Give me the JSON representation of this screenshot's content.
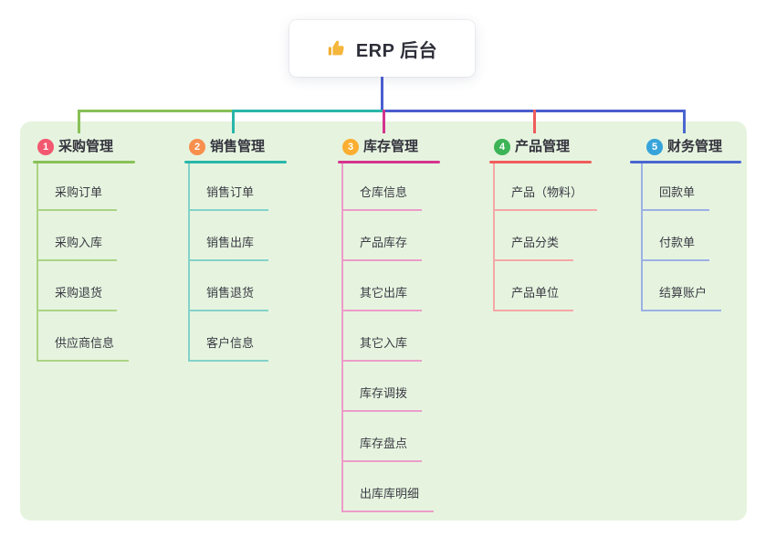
{
  "root": {
    "title": "ERP 后台",
    "icon": "thumbs-up-icon"
  },
  "colors": {
    "page_bg": "#ffffff",
    "panel_bg": "#e6f4df",
    "root_connector": "#4a5ecd",
    "icon_gold": "#f5b63c"
  },
  "branches": [
    {
      "number": "1",
      "title": "采购管理",
      "badge_color": "#f2586f",
      "line_color": "#88c057",
      "child_line_color": "#abd385",
      "children": [
        "采购订单",
        "采购入库",
        "采购退货",
        "供应商信息"
      ]
    },
    {
      "number": "2",
      "title": "销售管理",
      "badge_color": "#f88f4d",
      "line_color": "#29b6a9",
      "child_line_color": "#84d2ca",
      "children": [
        "销售订单",
        "销售出库",
        "销售退货",
        "客户信息"
      ]
    },
    {
      "number": "3",
      "title": "库存管理",
      "badge_color": "#fbae31",
      "line_color": "#d4348f",
      "child_line_color": "#ec9cc9",
      "children": [
        "仓库信息",
        "产品库存",
        "其它出库",
        "其它入库",
        "库存调拨",
        "库存盘点",
        "出库库明细"
      ]
    },
    {
      "number": "4",
      "title": "产品管理",
      "badge_color": "#3cb457",
      "line_color": "#f05c5c",
      "child_line_color": "#f5a7a7",
      "children": [
        "产品（物料）",
        "产品分类",
        "产品单位"
      ]
    },
    {
      "number": "5",
      "title": "财务管理",
      "badge_color": "#36a4da",
      "line_color": "#4a66d1",
      "child_line_color": "#9cb0e5",
      "children": [
        "回款单",
        "付款单",
        "结算账户"
      ]
    }
  ]
}
